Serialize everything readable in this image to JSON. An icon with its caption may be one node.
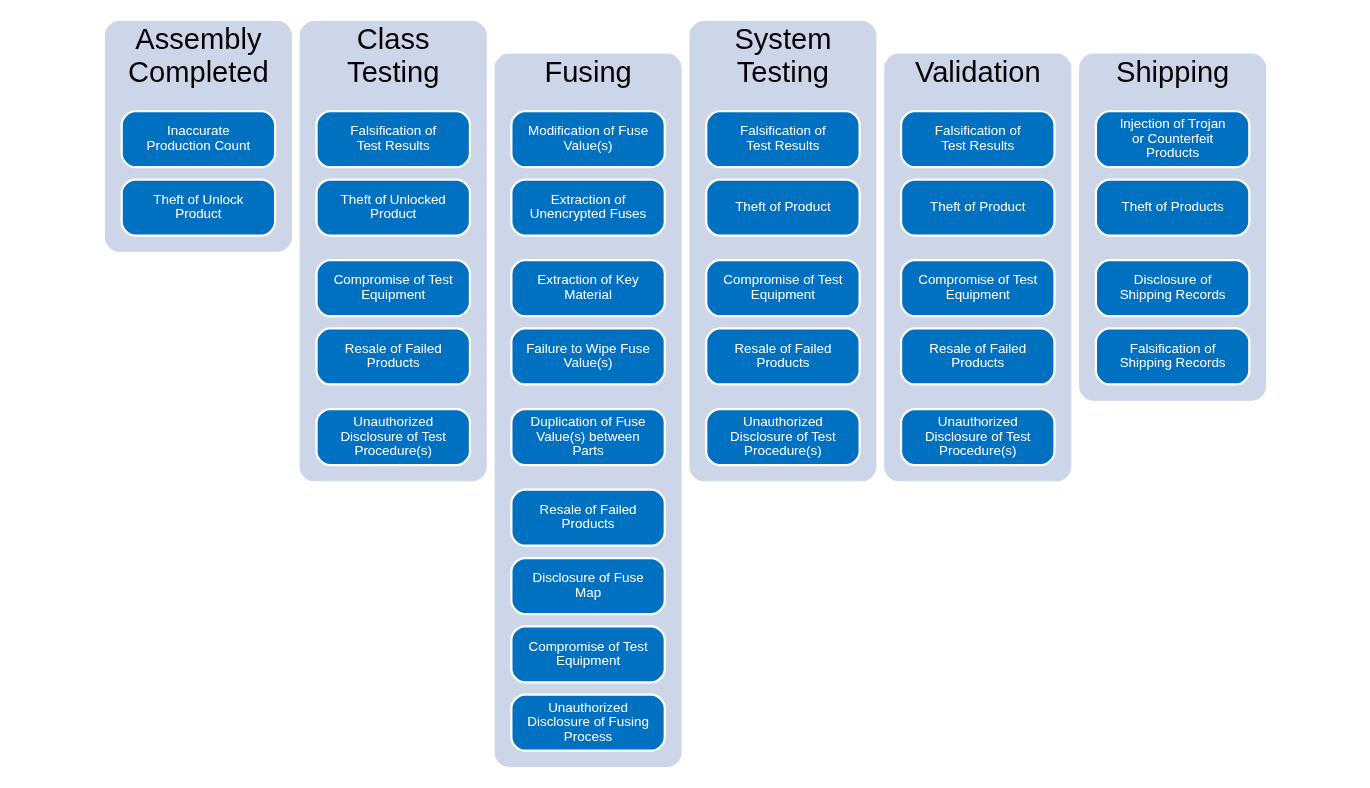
{
  "diagram": {
    "nodes": [
      {
        "text": [
          "Assembly Completed"
        ]
      },
      {
        "text": [
          "Inaccurate Production Count"
        ],
        "in": 0
      },
      {
        "text": [
          "Theft of Unlock Product"
        ],
        "in": 0
      },
      {
        "text": [
          "Class Testing"
        ]
      },
      {
        "text": [
          "Falsification of Test Results"
        ],
        "in": 3
      },
      {
        "text": [
          "Theft of Unlocked Product"
        ],
        "in": 3
      },
      {
        "text": [
          "Compromise of Test Equipment"
        ],
        "in": 3
      },
      {
        "text": [
          "Resale of Failed Products"
        ],
        "in": 3
      },
      {
        "text": [
          "Unauthorized Disclosure of Test Procedure(s)"
        ],
        "in": 3
      },
      {
        "text": [
          "Fusing"
        ]
      },
      {
        "text": [
          "Modification of Fuse Value(s)"
        ],
        "in": 9
      },
      {
        "text": [
          "Extraction of Unencrypted Fuses"
        ],
        "in": 9
      },
      {
        "text": [
          "Extraction of Key Material"
        ],
        "in": 9
      },
      {
        "text": [
          "Failure to Wipe Fuse Value(s)"
        ],
        "in": 9
      },
      {
        "text": [
          "Duplication of Fuse Value(s) between Parts"
        ],
        "in": 9
      },
      {
        "text": [
          "Resale of Failed Products"
        ],
        "in": 9
      },
      {
        "text": [
          "Disclosure of Fuse Map"
        ],
        "in": 9
      },
      {
        "text": [
          "Compromise of Test Equipment"
        ],
        "in": 9
      },
      {
        "text": [
          "Unauthorized Disclosure of Fusing Process"
        ],
        "in": 9
      },
      {
        "text": [
          "System Testing"
        ]
      },
      {
        "text": [
          "Falsification of Test Results"
        ],
        "in": 19
      },
      {
        "text": [
          "Theft of Product"
        ],
        "in": 19
      },
      {
        "text": [
          "Compromise of Test Equipment"
        ],
        "in": 19
      },
      {
        "text": [
          "Resale of Failed Products"
        ],
        "in": 19
      },
      {
        "text": [
          "Unauthorized Disclosure of Test Procedure(s)"
        ],
        "in": 19
      },
      {
        "text": [
          "Validation"
        ]
      },
      {
        "text": [
          "Falsification of Test Results"
        ],
        "in": 25
      },
      {
        "text": [
          "Theft of Product"
        ],
        "in": 25
      },
      {
        "text": [
          "Compromise of Test Equipment"
        ],
        "in": 25
      },
      {
        "text": [
          "Resale of Failed Products"
        ],
        "in": 25
      },
      {
        "text": [
          "Unauthorized Disclosure of Test Procedure(s)"
        ],
        "in": 25
      },
      {
        "text": [
          "Shipping"
        ]
      },
      {
        "text": [
          "Injection of Trojan or Counterfeit Products"
        ],
        "in": 31
      },
      {
        "text": [
          "Theft of Products"
        ],
        "in": 31
      },
      {
        "text": [
          "Disclosure of Shipping Records"
        ],
        "in": 31
      },
      {
        "text": [
          "Falsification of Shipping Records"
        ],
        "in": 31
      }
    ]
  }
}
